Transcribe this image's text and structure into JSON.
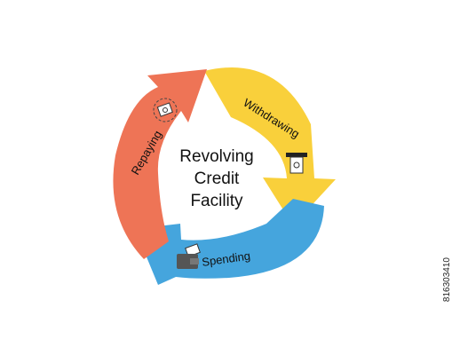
{
  "diagram": {
    "title_lines": [
      "Revolving",
      "Credit",
      "Facility"
    ],
    "segments": [
      {
        "label": "Withdrawing",
        "color": "#F9D03B",
        "icon": "atm-cash-icon"
      },
      {
        "label": "Spending",
        "color": "#45A5DD",
        "icon": "wallet-cash-icon"
      },
      {
        "label": "Repaying",
        "color": "#EE7456",
        "icon": "cash-cycle-icon"
      }
    ]
  },
  "side_text": "816303410"
}
